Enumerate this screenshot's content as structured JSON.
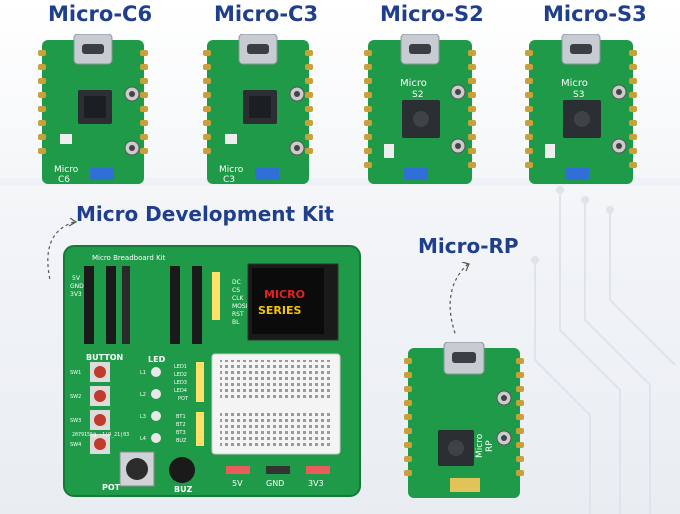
{
  "boards": {
    "c6": {
      "label": "Micro-C6",
      "silk": "Micro",
      "silk2": "C6",
      "accent": "#3a6bd6"
    },
    "c3": {
      "label": "Micro-C3",
      "silk": "Micro",
      "silk2": "C3",
      "accent": "#3a6bd6"
    },
    "s2": {
      "label": "Micro-S2",
      "silk": "Micro",
      "silk2": "S2",
      "accent": "#3a6bd6"
    },
    "s3": {
      "label": "Micro-S3",
      "silk": "Micro",
      "silk2": "S3",
      "accent": "#3a6bd6"
    },
    "rp": {
      "label": "Micro-RP",
      "silk": "Micro",
      "silk2": "RP"
    }
  },
  "kit": {
    "label": "Micro Development Kit",
    "board_title": "Micro Breadboard Kit",
    "lcd_text_1": "MICRO",
    "lcd_text_2": "SERIES",
    "button_label": "BUTTON",
    "led_label": "LED",
    "pot_label": "POT",
    "buz_label": "BUZ",
    "rail_5v": "5V",
    "rail_gnd": "GND",
    "rail_3v3": "3V3",
    "sw_labels": [
      "SW1",
      "SW2",
      "SW3",
      "SW4"
    ],
    "led_labels": [
      "L1",
      "L2",
      "L3",
      "L4"
    ],
    "right_header": [
      "LED1",
      "LED2",
      "LED3",
      "LED4",
      "POT"
    ],
    "bt_labels": [
      "BT1",
      "BT2",
      "BT3",
      "BUZ"
    ],
    "lcd_pins": [
      "DC",
      "CS",
      "CLK",
      "MOSI",
      "RST",
      "BL"
    ],
    "left_pins": [
      "5V",
      "GND",
      "3V3"
    ],
    "serial": "2079155@_-1|9_21|03"
  },
  "colors": {
    "title": "#1f3f8c",
    "pcb": "#1f9a48",
    "pcb_dark": "#157a37"
  }
}
